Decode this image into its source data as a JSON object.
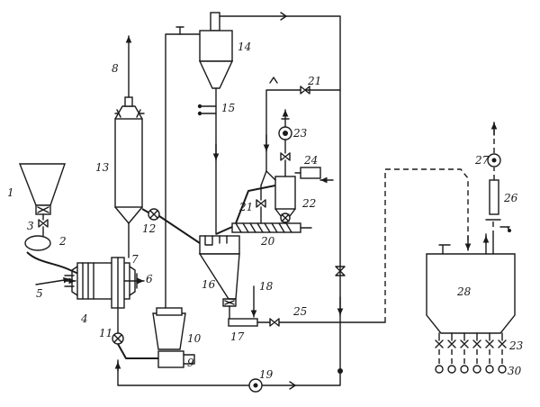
{
  "labels": {
    "l1": "1",
    "l2": "2",
    "l3": "3",
    "l4": "4",
    "l5": "5",
    "l6": "6",
    "l7": "7",
    "l8": "8",
    "l9": "9",
    "l10": "10",
    "l11": "11",
    "l12": "12",
    "l13": "13",
    "l14": "14",
    "l15": "15",
    "l16": "16",
    "l17": "17",
    "l18": "18",
    "l19": "19",
    "l20": "20",
    "l21a": "21",
    "l21b": "21",
    "l22": "22",
    "l23a": "23",
    "l23b": "23",
    "l24": "24",
    "l25": "25",
    "l26": "26",
    "l27": "27",
    "l28": "28",
    "l30": "30"
  }
}
